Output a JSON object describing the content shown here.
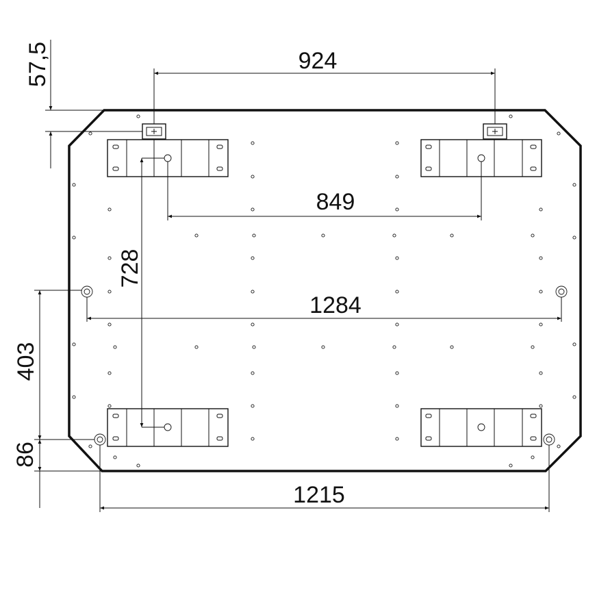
{
  "dimensions": {
    "top_width": "924",
    "inner_width": "849",
    "vertical_span": "728",
    "overall_width": "1284",
    "lower_offset": "403",
    "top_offset": "57,5",
    "bottom_offset": "86",
    "base_width": "1215"
  },
  "colors": {
    "line": "#111111",
    "background": "#ffffff"
  }
}
